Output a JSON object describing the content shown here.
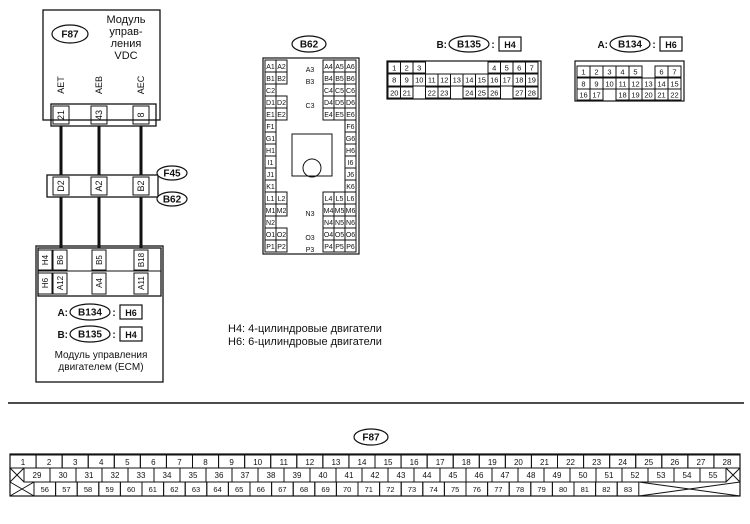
{
  "vdc_module": {
    "connector": "F87",
    "title": "Модуль управления VDC",
    "title_lines": [
      "Модуль",
      "управ-",
      "ления",
      "VDC"
    ],
    "signals": [
      "AET",
      "AEB",
      "AEC"
    ],
    "pins": [
      "21",
      "43",
      "8"
    ]
  },
  "intermediate": {
    "connectors": [
      "F45",
      "B62"
    ],
    "pins": [
      "D2",
      "A2",
      "B2"
    ]
  },
  "ecm": {
    "pins_h4": [
      "H4",
      "B6",
      "B5",
      "B18"
    ],
    "pins_h6": [
      "H6",
      "A12",
      "A4",
      "A11"
    ],
    "conn_a": {
      "letter": "A:",
      "conn": "B134",
      "variant": "H6"
    },
    "conn_b": {
      "letter": "B:",
      "conn": "B135",
      "variant": "H4"
    },
    "title_lines": [
      "Модуль управления",
      "двигателем (ECM)"
    ]
  },
  "notes": [
    "H4: 4-цилиндровые двигатели",
    "H6: 6-цилиндровые двигатели"
  ],
  "b62_connector": {
    "label": "B62",
    "rows": [
      {
        "l": [
          "A1",
          "A2"
        ],
        "c": "A3",
        "r": [
          "A4",
          "A5",
          "A6"
        ]
      },
      {
        "l": [
          "B1",
          "B2"
        ],
        "c": "B3",
        "r": [
          "B4",
          "B5",
          "B6"
        ]
      },
      {
        "l": [
          "C2"
        ],
        "c": "",
        "r": [
          "C4",
          "C5",
          "C6"
        ]
      },
      {
        "l": [
          "D1",
          "D2"
        ],
        "c": "C3",
        "r": [
          "D4",
          "D5",
          "D6"
        ]
      },
      {
        "l": [
          "E1",
          "E2"
        ],
        "c": "",
        "r": [
          "E4",
          "E5",
          "E6"
        ]
      },
      {
        "l": [
          "F1"
        ],
        "c": "",
        "r": [
          "F6"
        ]
      },
      {
        "l": [
          "G1"
        ],
        "c": "",
        "r": [
          "G6"
        ]
      },
      {
        "l": [
          "H1"
        ],
        "c": "",
        "r": [
          "H6"
        ]
      },
      {
        "l": [
          "I1"
        ],
        "c": "",
        "r": [
          "I6"
        ]
      },
      {
        "l": [
          "J1"
        ],
        "c": "",
        "r": [
          "J6"
        ]
      },
      {
        "l": [
          "K1"
        ],
        "c": "",
        "r": [
          "K6"
        ]
      },
      {
        "l": [
          "L1",
          "L2"
        ],
        "c": "",
        "r": [
          "L4",
          "L5",
          "L6"
        ]
      },
      {
        "l": [
          "M1",
          "M2"
        ],
        "c": "N3",
        "r": [
          "M4",
          "M5",
          "M6"
        ]
      },
      {
        "l": [
          "N2"
        ],
        "c": "",
        "r": [
          "N4",
          "N5",
          "N6"
        ]
      },
      {
        "l": [
          "O1",
          "O2"
        ],
        "c": "O3",
        "r": [
          "O4",
          "O5",
          "O6"
        ]
      },
      {
        "l": [
          "P1",
          "P2"
        ],
        "c": "P3",
        "r": [
          "P4",
          "P5",
          "P6"
        ]
      }
    ]
  },
  "b135_connector": {
    "letter": "B:",
    "conn": "B135",
    "variant": "H4",
    "row1": [
      "1",
      "2",
      "3",
      "",
      "",
      "",
      "4",
      "5",
      "6",
      "7"
    ],
    "row2": [
      "8",
      "9",
      "10",
      "11",
      "12",
      "13",
      "14",
      "15",
      "16",
      "17",
      "18",
      "19"
    ],
    "row3": [
      "20",
      "21",
      "",
      "22",
      "23",
      "",
      "24",
      "25",
      "26",
      "",
      "27",
      "28"
    ]
  },
  "b134_connector": {
    "letter": "A:",
    "conn": "B134",
    "variant": "H6",
    "row1": [
      "1",
      "2",
      "3",
      "4",
      "5",
      "",
      "6",
      "7"
    ],
    "row2": [
      "8",
      "9",
      "10",
      "11",
      "12",
      "13",
      "14",
      "15"
    ],
    "row3": [
      "16",
      "17",
      "",
      "18",
      "19",
      "20",
      "21",
      "22"
    ]
  },
  "f87_connector": {
    "label": "F87",
    "row1": [
      "1",
      "2",
      "3",
      "4",
      "5",
      "6",
      "7",
      "8",
      "9",
      "10",
      "11",
      "12",
      "13",
      "14",
      "15",
      "16",
      "17",
      "18",
      "19",
      "20",
      "21",
      "22",
      "23",
      "24",
      "25",
      "26",
      "27",
      "28"
    ],
    "row2": [
      "29",
      "30",
      "31",
      "32",
      "33",
      "34",
      "35",
      "36",
      "37",
      "38",
      "39",
      "40",
      "41",
      "42",
      "43",
      "44",
      "45",
      "46",
      "47",
      "48",
      "49",
      "50",
      "51",
      "52",
      "53",
      "54",
      "55"
    ],
    "row3": [
      "56",
      "57",
      "58",
      "59",
      "60",
      "61",
      "62",
      "63",
      "64",
      "65",
      "66",
      "67",
      "68",
      "69",
      "70",
      "71",
      "72",
      "73",
      "74",
      "75",
      "76",
      "77",
      "78",
      "79",
      "80",
      "81",
      "82",
      "83"
    ]
  }
}
